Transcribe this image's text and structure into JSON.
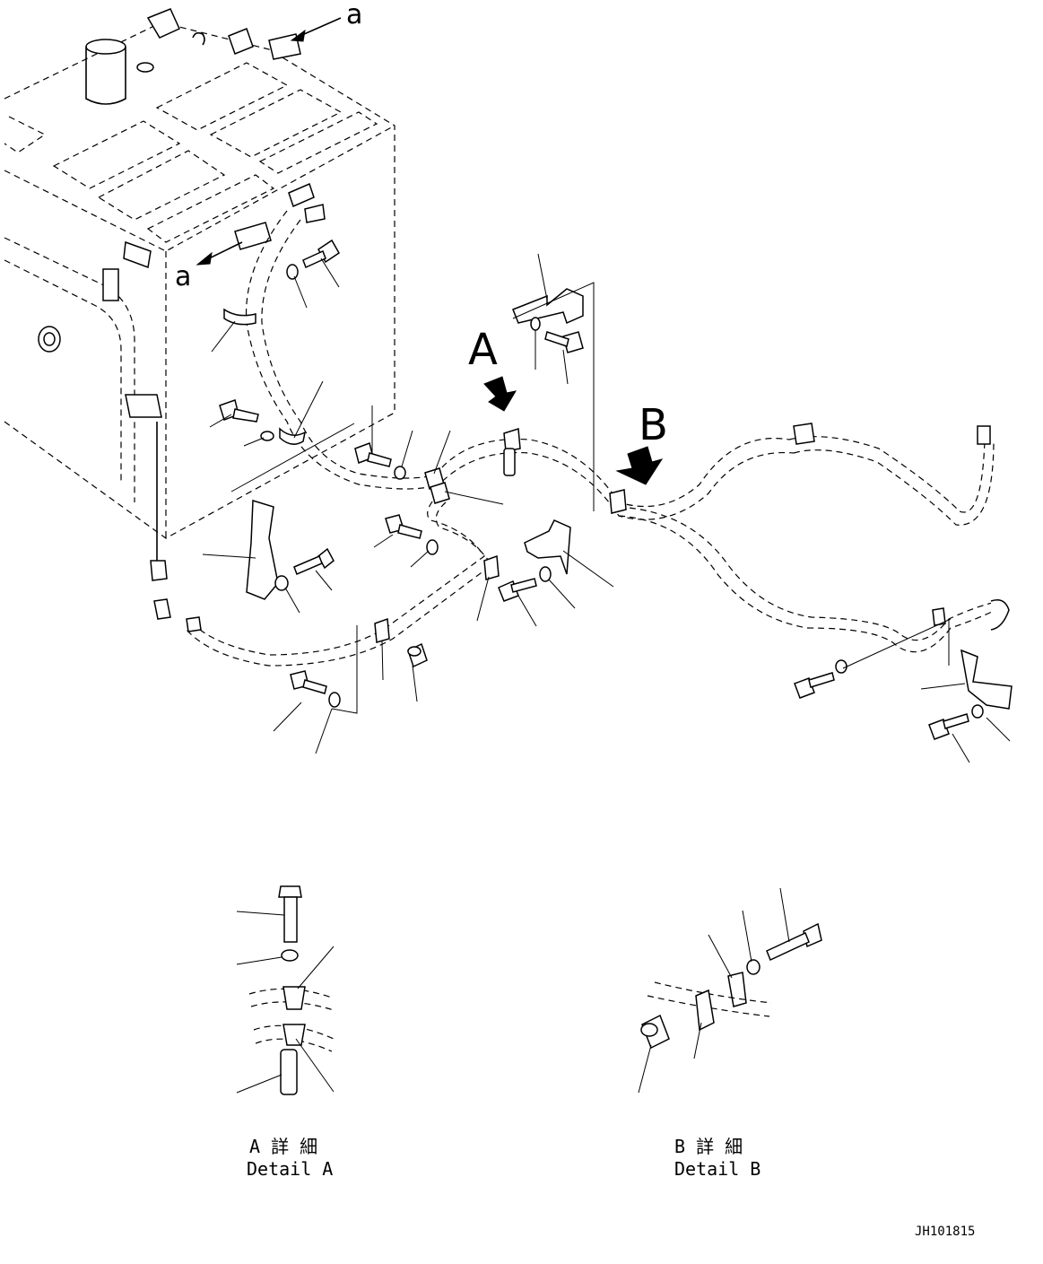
{
  "labels": {
    "view_a": "a",
    "view_a2": "a",
    "detail_a_marker": "A",
    "detail_b_marker": "B",
    "detail_a_caption_jp": "A 詳 細",
    "detail_a_caption_en": "Detail A",
    "detail_b_caption_jp": "B 詳 細",
    "detail_b_caption_en": "Detail B",
    "drawing_id": "JH101815"
  }
}
